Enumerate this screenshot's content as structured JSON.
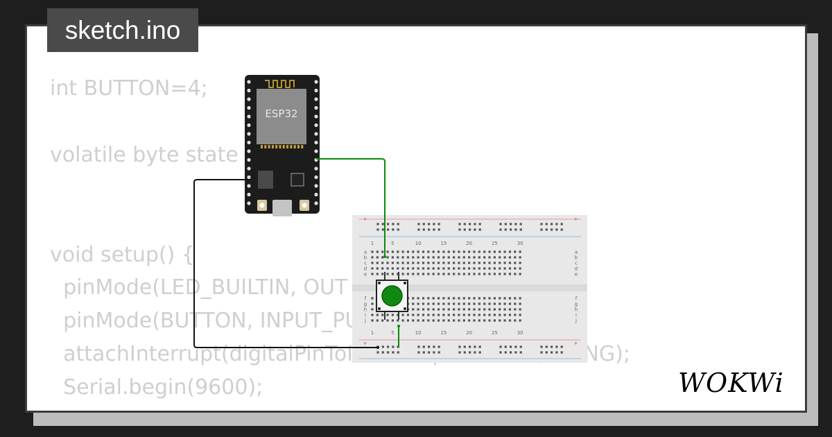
{
  "title": "sketch.ino",
  "code_lines": [
    "int BUTTON=4;",
    "",
    "volatile byte state = ",
    "",
    "",
    "void setup() {",
    "  pinMode(LED_BUILTIN, OUT",
    "  pinMode(BUTTON, INPUT_PU",
    "  attachInterrupt(digitalPinToI            p            k,RISING);",
    "  Serial.begin(9600);",
    "}"
  ],
  "circuit": {
    "board_label": "ESP32",
    "breadboard": {
      "column_numbers": [
        "1",
        "5",
        "10",
        "15",
        "20",
        "25",
        "30"
      ],
      "row_letters_top": [
        "a",
        "b",
        "c",
        "d",
        "e"
      ],
      "row_letters_bottom": [
        "f",
        "g",
        "h",
        "i",
        "j"
      ],
      "rail_plus": "+",
      "rail_minus": "-"
    },
    "colors": {
      "wire_green": "#0b8a0b",
      "wire_black": "#111111",
      "button_cap": "#118811",
      "board": "#1c1c1c",
      "chip": "#8a8a8a"
    }
  },
  "logo": {
    "text": "WOKWi"
  }
}
